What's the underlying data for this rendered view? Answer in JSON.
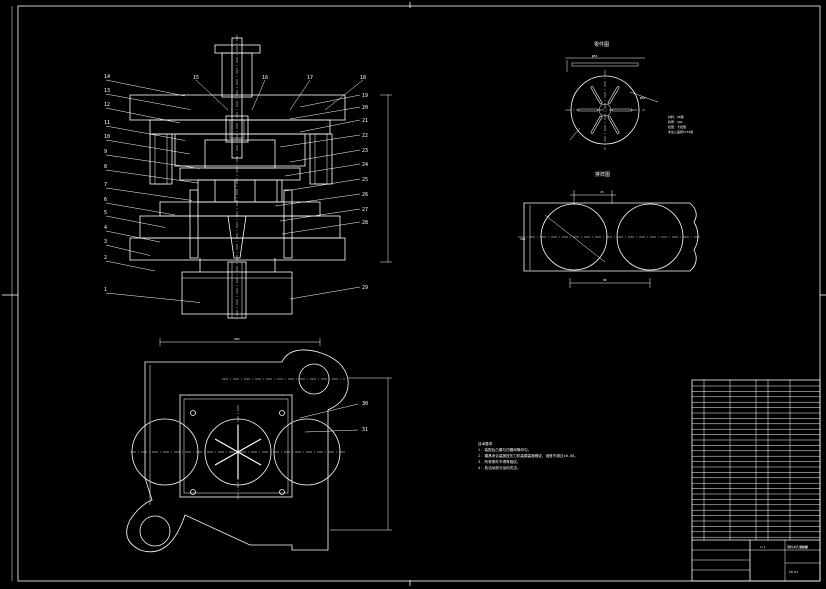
{
  "section_labels": {
    "part": "零件图",
    "layout": "排样图",
    "dim_overall_plan": "260",
    "dim_strip_width": "125",
    "dim_pitch": "15",
    "dim_part_dia": "φ56",
    "dim_strip_len": "80"
  },
  "part_notes": [
    "材料：08钢",
    "料厚：1mm",
    "批量：大批量",
    "未注公差按IT14级"
  ],
  "tech_requirements": {
    "title": "技术要求",
    "lines": [
      "1. 装配后凸模与凹模间隙均匀。",
      "2. 模具闭合高度按压力机装模高度确定，误差不超过±0.05。",
      "3. 所有零件不得有裂纹。",
      "4. 各活动部分运动灵活。"
    ]
  },
  "callouts_left": [
    "14",
    "13",
    "12",
    "11",
    "10",
    "9",
    "8",
    "7",
    "6",
    "5",
    "4",
    "3",
    "2",
    "1"
  ],
  "callouts_top": [
    "15",
    "16",
    "17",
    "18"
  ],
  "callouts_right": [
    "19",
    "20",
    "21",
    "22",
    "23",
    "24",
    "25",
    "26",
    "27",
    "28",
    "29"
  ],
  "callouts_plan": [
    "30",
    "31"
  ],
  "title_block": {
    "drawing_name": "落料冲孔复合模",
    "drawing_no": "CM-01",
    "scale": "1:1",
    "sheet": "共1张"
  }
}
